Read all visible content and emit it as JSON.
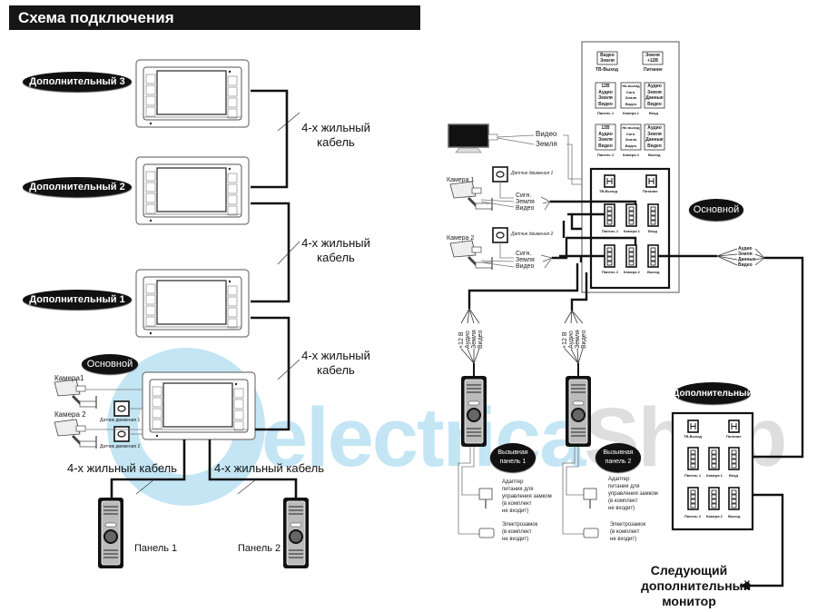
{
  "title": "Схема подключения",
  "watermark": {
    "part1": "electrica",
    "part2": "Shop",
    "color1": "#2aa6d8",
    "color2": "#8c8c8c"
  },
  "left_diagram": {
    "monitors": [
      {
        "label": "Дополнительный 3"
      },
      {
        "label": "Дополнительный 2"
      },
      {
        "label": "Дополнительный 1"
      },
      {
        "label": "Основной"
      }
    ],
    "cable_label_line1": "4-х жильный",
    "cable_label_line2": "кабель",
    "cable_label_full": "4-х жильный кабель",
    "cameras": [
      "Камера1",
      "Камера 2"
    ],
    "motion_sensors": [
      "Датчик движения 1",
      "Датчик движения 2"
    ],
    "panels": [
      "Панель 1",
      "Панель 2"
    ]
  },
  "right_diagram": {
    "tv_monitor_wires": [
      "Видео",
      "Земля"
    ],
    "cameras": [
      "Камера 1",
      "Камера 2"
    ],
    "motion_sensors": [
      "Датчик движения 1",
      "Датчик движения 2"
    ],
    "camera_wires": [
      "Сигн.",
      "Земля",
      "Видео"
    ],
    "legend_blocks": {
      "tv_out": {
        "lines": [
          "Видео",
          "Земля"
        ],
        "caption": "ТВ-Выход"
      },
      "power": {
        "lines": [
          "Земля",
          "+12В"
        ],
        "caption": "Питание"
      },
      "panel1": {
        "lines": [
          "12В",
          "Аудио",
          "Земля",
          "Видео"
        ],
        "caption": "Панель 1"
      },
      "camera1": {
        "lines": [
          "На выход",
          "Сигн.",
          "Земля",
          "Видео"
        ],
        "caption": "Камера 1"
      },
      "input": {
        "lines": [
          "Аудио",
          "Земля",
          "Данные",
          "Видео"
        ],
        "caption": "Вход"
      },
      "panel2": {
        "lines": [
          "12В",
          "Аудио",
          "Земля",
          "Видео"
        ],
        "caption": "Панель 2"
      },
      "camera2": {
        "lines": [
          "На выход",
          "Сигн.",
          "Земля",
          "Видео"
        ],
        "caption": "Камера 2"
      },
      "output": {
        "lines": [
          "Аудио",
          "Земля",
          "Данные",
          "Видео"
        ],
        "caption": "Выход"
      }
    },
    "main_label": "Основной",
    "connector_labels": [
      "ТВ-Выход",
      "Питание",
      "Панель 1",
      "Камера 1",
      "Вход",
      "Панель 2",
      "Камера 2",
      "Выход"
    ],
    "bus_wires": [
      "Аудио",
      "Земля",
      "Данные",
      "Видео"
    ],
    "panel_wires": [
      "+12 В",
      "Аудио",
      "Земля",
      "Видео"
    ],
    "call_panels": [
      "Вызывная панель 1",
      "Вызывная панель 2"
    ],
    "adapter_text": [
      "Адаптер",
      "питания для",
      "управления замком",
      "(в комплект",
      "не входит)"
    ],
    "lock_text": [
      "Электрозамок",
      "(в комплект",
      "не входит)"
    ],
    "extra_label": "Дополнительный",
    "next_monitor": [
      "Следующий",
      "дополнительный",
      "монитор"
    ]
  }
}
